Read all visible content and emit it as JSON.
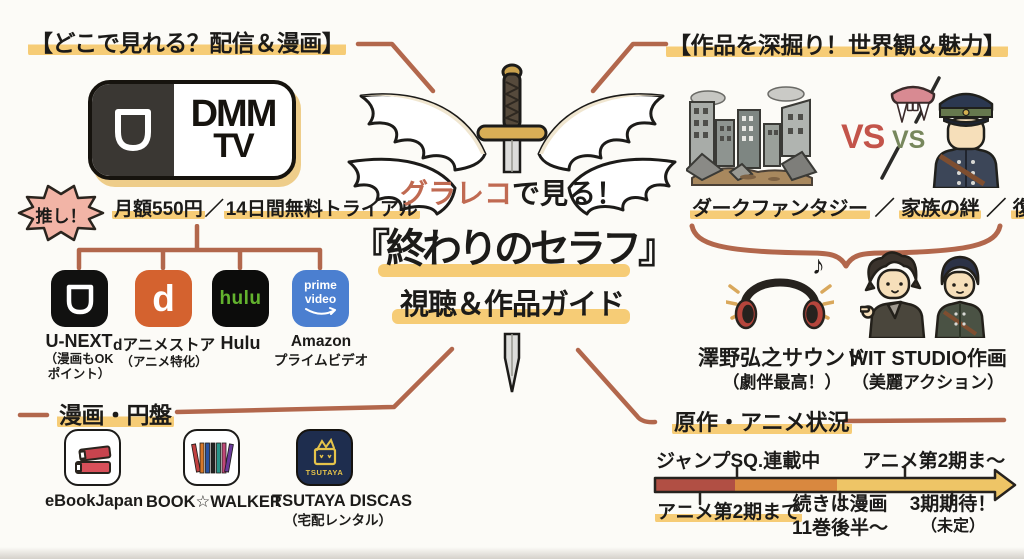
{
  "palette": {
    "highlight": "#f6c96f",
    "connector": "#b2674c",
    "ink": "#1c1b19",
    "accent_text": "#c06a52",
    "vs_red": "#c3544a",
    "vs_green": "#77875c",
    "badge_pink": "#f2b4a6",
    "timeline_colors": [
      "#b14f44",
      "#d9883f",
      "#eec566"
    ]
  },
  "center": {
    "kicker_accent": "グラレコ",
    "kicker_rest": "で見る！",
    "title": "『終わりのセラフ』",
    "subtitle": "視聴＆作品ガイド"
  },
  "streaming": {
    "heading": "【どこで見れる？配信＆漫画】",
    "dmm_badge": "推し！",
    "dmm_logo_line1": "DMM",
    "dmm_logo_line2": "TV",
    "price": "月額550円",
    "price_separator": "／",
    "trial": "14日間無料トライアル",
    "services": [
      {
        "name": "U-NEXT",
        "note_line1": "（漫画もOK",
        "note_line2": "ポイント）",
        "icon": "u-next-shield-icon",
        "logo_text": ""
      },
      {
        "name": "dアニメストア",
        "note_line1": "（アニメ特化）",
        "note_line2": "",
        "icon": "d-anime-store-icon",
        "logo_text": "d"
      },
      {
        "name": "Hulu",
        "note_line1": "",
        "note_line2": "",
        "icon": "hulu-icon",
        "logo_text": "hulu"
      },
      {
        "name": "Amazon",
        "note_line1": "プライムビデオ",
        "note_line2": "",
        "icon": "prime-video-icon",
        "logo_line1": "prime",
        "logo_line2": "video"
      }
    ]
  },
  "manga": {
    "heading": "漫画・円盤",
    "stores": [
      {
        "name": "eBookJapan",
        "note": "",
        "icon": "ebookjapan-books-icon"
      },
      {
        "name": "BOOK☆WALKER",
        "note": "",
        "icon": "bookwalker-spines-icon"
      },
      {
        "name": "TSUTAYA DISCAS",
        "note": "（宅配レンタル）",
        "icon": "tsutaya-tv-icon",
        "icon_text": "TSUTAYA"
      }
    ]
  },
  "world": {
    "heading": "【作品を深掘り！世界観＆魅力】",
    "vs_major": "VS",
    "vs_minor": "VS",
    "genres": [
      "ダークファンタジー",
      "家族の絆",
      "復讐"
    ],
    "genre_separator": "／",
    "sound_title": "澤野弘之サウンド",
    "sound_note": "（劇伴最高！）",
    "music_note": "♪",
    "art_title": "WIT STUDIO作画",
    "art_note": "（美麗アクション）"
  },
  "status": {
    "heading": "原作・アニメ状況",
    "above_left": "ジャンプSQ.連載中",
    "above_right": "アニメ第2期ま〜",
    "below_first": "アニメ第2期まで",
    "below_mid_line1": "続きは漫画",
    "below_mid_line2": "11巻後半〜",
    "below_right_line1": "3期期待！",
    "below_right_line2": "（未定）"
  }
}
